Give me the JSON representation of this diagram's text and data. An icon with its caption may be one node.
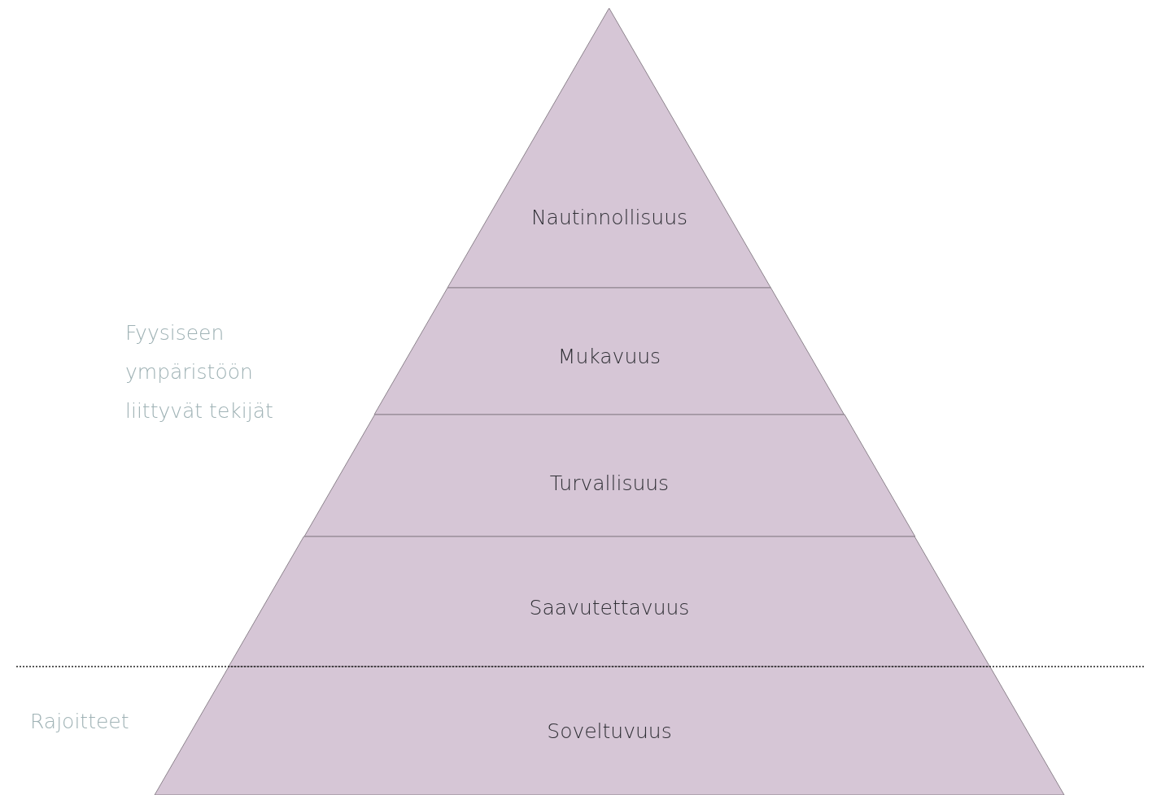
{
  "diagram": {
    "nodes": [
      {
        "text": [
          "Nautinnollisuus"
        ]
      },
      {
        "text": [
          "Mukavuus"
        ]
      },
      {
        "text": [
          "Turvallisuus"
        ]
      },
      {
        "text": [
          "Saavutettavuus"
        ]
      },
      {
        "text": [
          "Soveltuvuus"
        ]
      }
    ],
    "labels": [
      "Fyysiseen ympäristöön liittyvät tekijät",
      "Rajoitteet"
    ]
  }
}
